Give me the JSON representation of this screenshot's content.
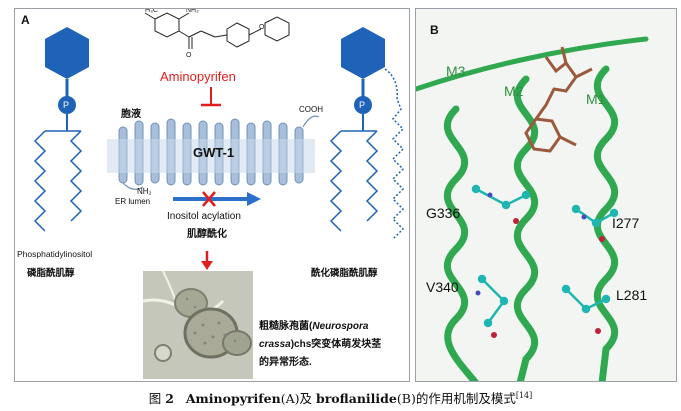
{
  "figure": {
    "caption_prefix": "图",
    "caption_number": "2",
    "caption_compound_a": "Aminopyrifen",
    "caption_part_a": "(A)及 ",
    "caption_compound_b": "broflanilide",
    "caption_part_b": "(B)的作用机制及模式",
    "caption_ref": "[14]"
  },
  "panel_a": {
    "label": "A",
    "inhibitor_name": "Aminopyrifen",
    "inhibitor_symbol": "⊥",
    "protein_name": "GWT-1",
    "cytosol_label": "胞液",
    "cooh_label": "COOH",
    "nh2_label": "NH₂",
    "er_lumen_label": "ER lumen",
    "acylation_label": "Inositol acylation",
    "acylation_label_cn": "肌醇酰化",
    "phosphate_label": "P",
    "left_lipid_label": "Phosphatidylinositol",
    "left_lipid_label_cn": "磷脂酰肌醇",
    "right_lipid_label_cn": "酰化磷脂酰肌醇",
    "micro_caption_1": "粗糙脉孢菌(",
    "micro_caption_species": "Neurospora",
    "micro_caption_2": "crassa",
    "micro_caption_3": ")chs突变体萌发块茎",
    "micro_caption_4": "的异常形态.",
    "colors": {
      "hexagon": "#1f63b8",
      "inhibitor": "#e01e1e",
      "membrane": "#a7bfdb",
      "arrow": "#2a6fc9"
    }
  },
  "panel_b": {
    "label": "B",
    "helix_labels": [
      "M3",
      "M2",
      "M1"
    ],
    "residue_labels": [
      "G336",
      "I277",
      "V340",
      "L281"
    ],
    "colors": {
      "helix": "#2fa84f",
      "ligand": "#9b5a3c",
      "residue": "#1fb5b0"
    }
  }
}
